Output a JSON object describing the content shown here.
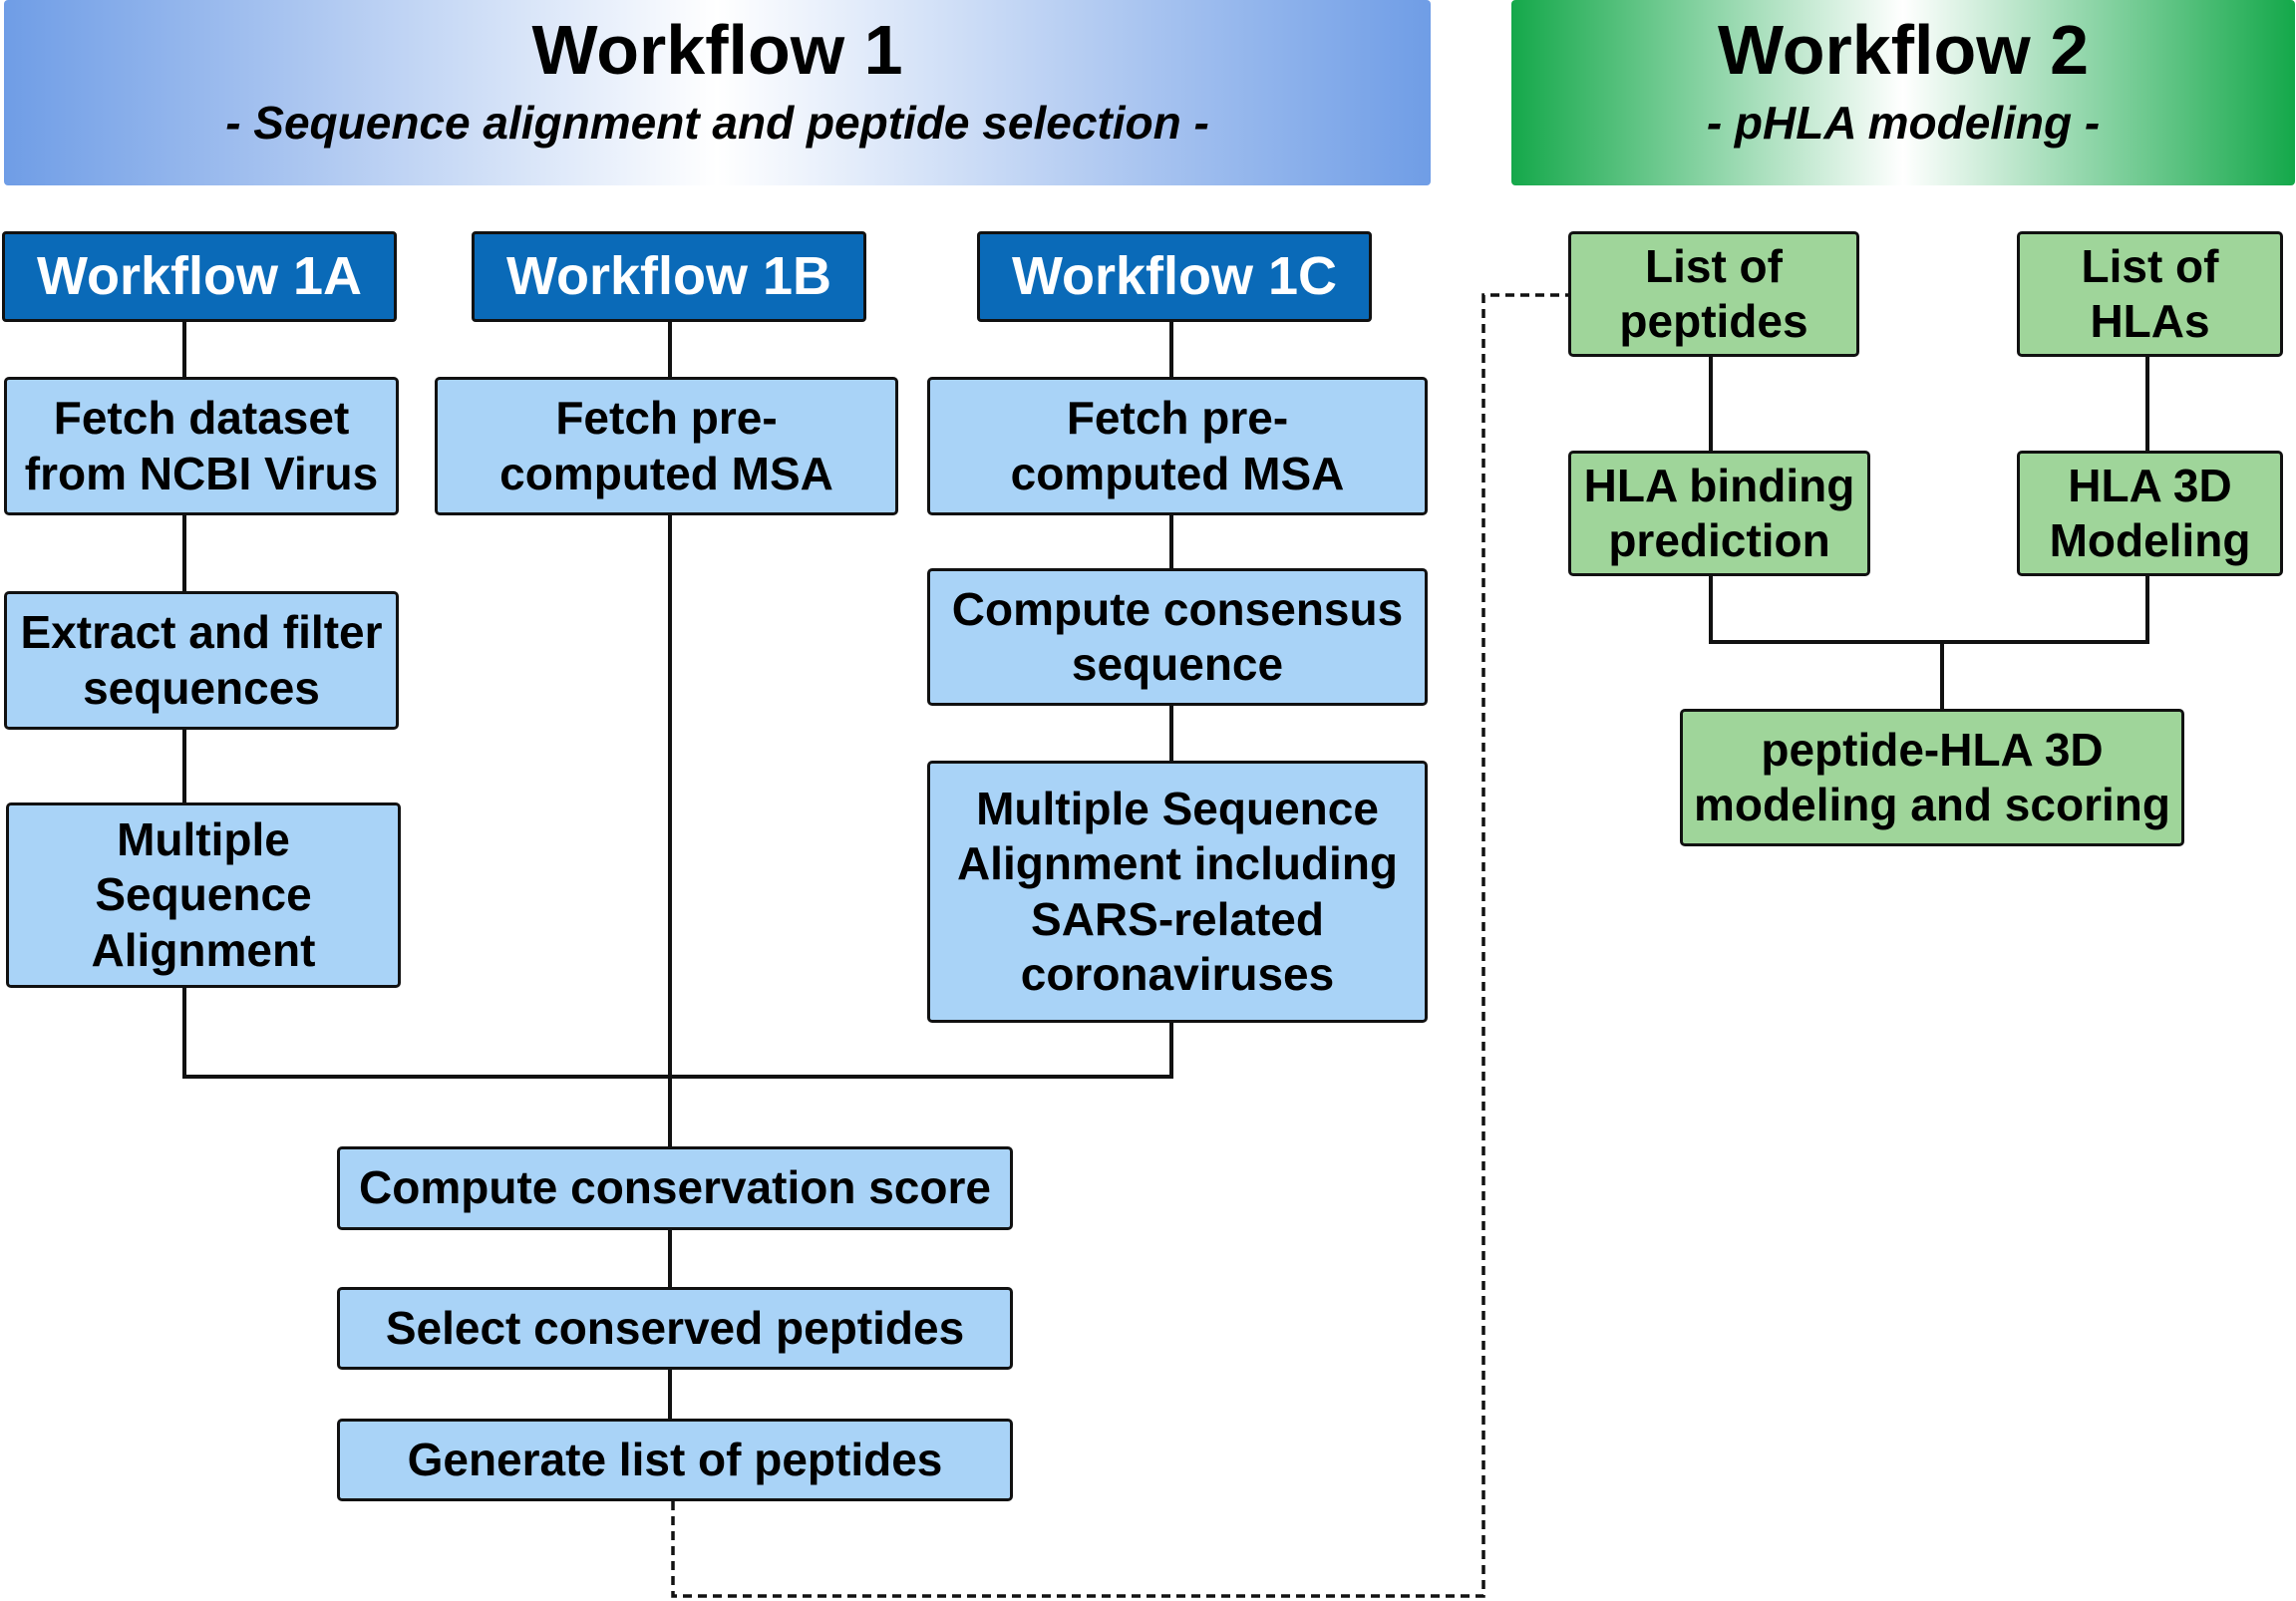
{
  "workflow1": {
    "title": "Workflow 1",
    "subtitle": "- Sequence alignment and peptide selection -",
    "sub_workflows": {
      "a": {
        "label": "Workflow 1A"
      },
      "b": {
        "label": "Workflow 1B"
      },
      "c": {
        "label": "Workflow 1C"
      }
    },
    "steps": {
      "fetch_ncbi": "Fetch dataset from NCBI Virus",
      "extract_filter": "Extract and filter sequences",
      "msa_1a": "Multiple Sequence Alignment",
      "fetch_msa_1b": "Fetch pre-computed MSA",
      "fetch_msa_1c": "Fetch pre-computed MSA",
      "consensus": "Compute consensus sequence",
      "msa_sars": "Multiple Sequence Alignment including SARS-related coronaviruses",
      "conservation": "Compute conservation score",
      "select_peptides": "Select conserved peptides",
      "generate_list": "Generate list of peptides"
    }
  },
  "workflow2": {
    "title": "Workflow 2",
    "subtitle": "- pHLA modeling -",
    "steps": {
      "list_peptides": "List of peptides",
      "list_hlas": "List of HLAs",
      "hla_binding": "HLA binding prediction",
      "hla_3d": "HLA 3D Modeling",
      "phla_modeling": "peptide-HLA 3D modeling and scoring"
    }
  },
  "colors": {
    "workflow1_banner": "#6f9de6",
    "workflow2_banner": "#14a84a",
    "sub_header": "#0a6ab8",
    "step_blue": "#a9d3f7",
    "step_green": "#9fd59a"
  }
}
